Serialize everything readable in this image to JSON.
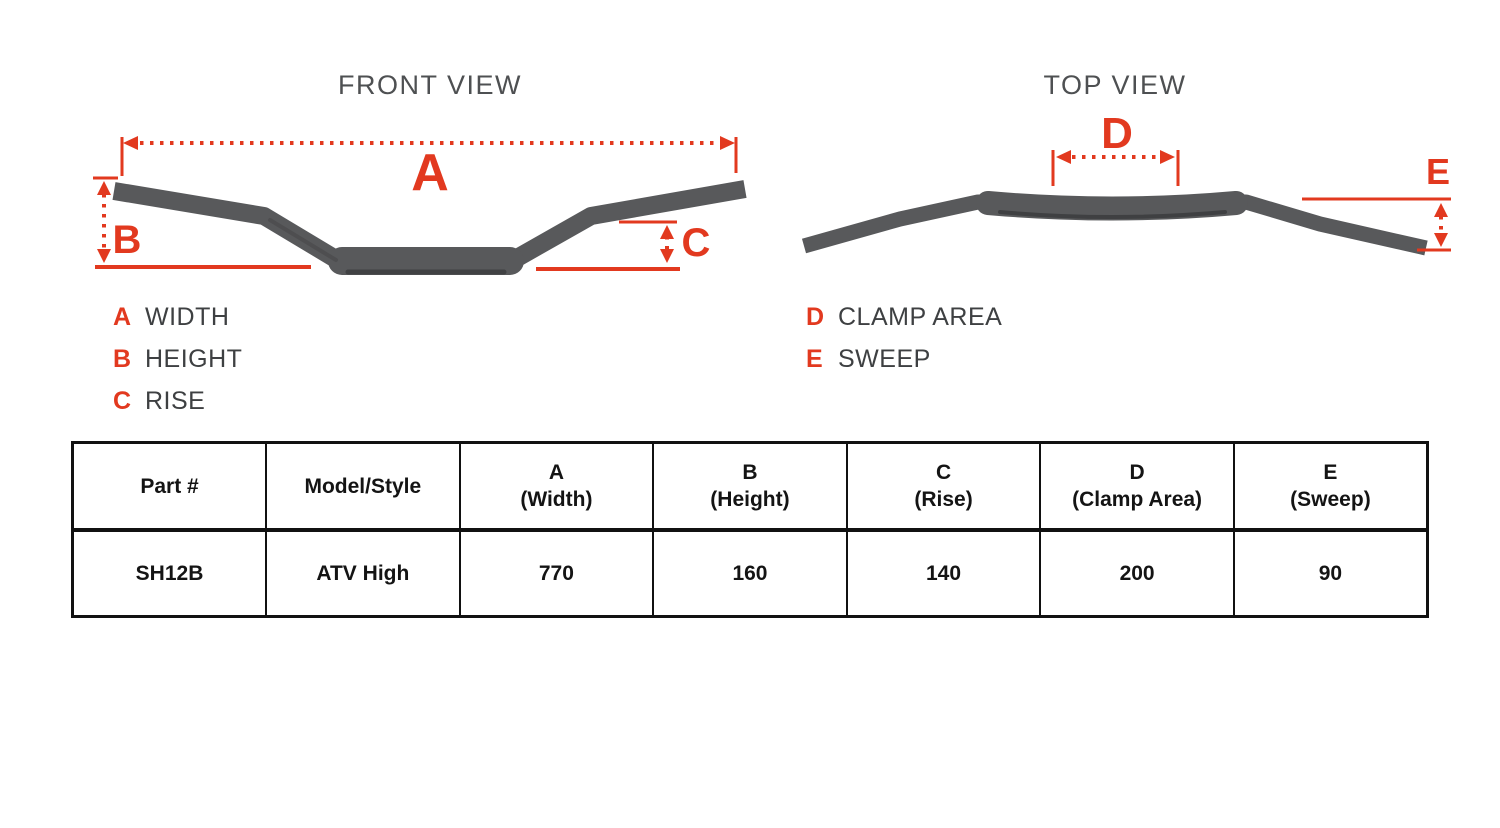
{
  "colors": {
    "accent_red": "#e2391f",
    "handlebar_gray": "#58595b",
    "handlebar_shadow": "#404143",
    "title_text": "#4e5052",
    "legend_text": "#3e4042",
    "table_text": "#141414",
    "table_border": "#111111",
    "background": "#ffffff"
  },
  "front_view": {
    "title": "FRONT VIEW"
  },
  "top_view": {
    "title": "TOP VIEW"
  },
  "dim_labels": {
    "A": "A",
    "B": "B",
    "C": "C",
    "D": "D",
    "E": "E"
  },
  "legend_left": [
    {
      "key": "A",
      "label": "WIDTH"
    },
    {
      "key": "B",
      "label": "HEIGHT"
    },
    {
      "key": "C",
      "label": "RISE"
    }
  ],
  "legend_right": [
    {
      "key": "D",
      "label": "CLAMP AREA"
    },
    {
      "key": "E",
      "label": "SWEEP"
    }
  ],
  "spec_table": {
    "headers": [
      {
        "line1": "Part #",
        "line2": ""
      },
      {
        "line1": "Model/Style",
        "line2": ""
      },
      {
        "line1": "A",
        "line2": "(Width)"
      },
      {
        "line1": "B",
        "line2": "(Height)"
      },
      {
        "line1": "C",
        "line2": "(Rise)"
      },
      {
        "line1": "D",
        "line2": "(Clamp Area)"
      },
      {
        "line1": "E",
        "line2": "(Sweep)"
      }
    ],
    "rows": [
      {
        "part": "SH12B",
        "model": "ATV High",
        "a": "770",
        "b": "160",
        "c": "140",
        "d": "200",
        "e": "90"
      }
    ]
  }
}
